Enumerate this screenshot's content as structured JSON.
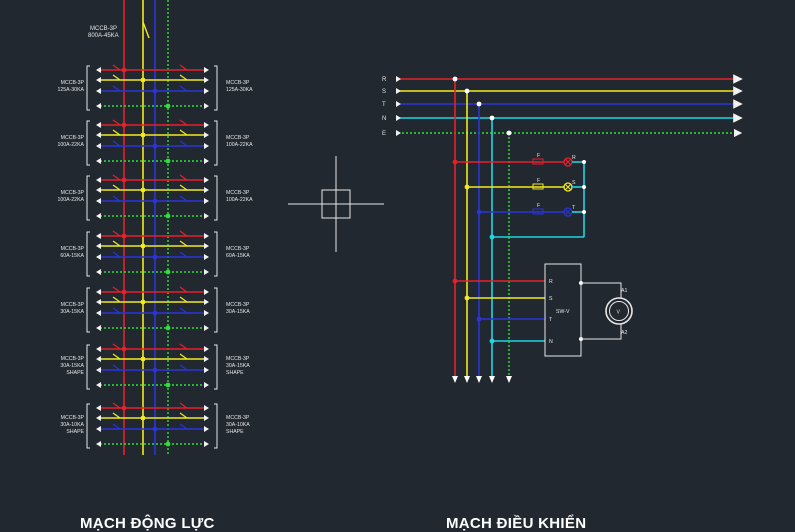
{
  "titles": {
    "power": "MẠCH ĐỘNG LỰC",
    "control": "MẠCH ĐIỀU KHIỂN"
  },
  "main_breaker": {
    "line1": "MCCB-3P",
    "line2": "800A-45KA"
  },
  "feeders": [
    {
      "left": [
        "MCCB-3P",
        "125A-30KA"
      ],
      "right": [
        "MCCB-3P",
        "125A-30KA"
      ]
    },
    {
      "left": [
        "MCCB-3P",
        "100A-22KA"
      ],
      "right": [
        "MCCB-3P",
        "100A-22KA"
      ]
    },
    {
      "left": [
        "MCCB-3P",
        "100A-22KA"
      ],
      "right": [
        "MCCB-3P",
        "100A-22KA"
      ]
    },
    {
      "left": [
        "MCCB-3P",
        "60A-15KA"
      ],
      "right": [
        "MCCB-3P",
        "60A-15KA"
      ]
    },
    {
      "left": [
        "MCCB-3P",
        "30A-15KA"
      ],
      "right": [
        "MCCB-3P",
        "30A-15KA"
      ]
    },
    {
      "left": [
        "MCCB-3P",
        "30A-15KA",
        "SHAPE"
      ],
      "right": [
        "MCCB-3P",
        "30A-15KA",
        "SHAPE"
      ]
    },
    {
      "left": [
        "MCCB-3P",
        "30A-10KA",
        "SHAPE"
      ],
      "right": [
        "MCCB-3P",
        "30A-10KA",
        "SHAPE"
      ]
    }
  ],
  "control": {
    "bus_labels": [
      "R",
      "S",
      "T",
      "N",
      "E"
    ],
    "lamp_labels": [
      "R",
      "S",
      "T"
    ],
    "fuse_labels": [
      "F",
      "F",
      "F"
    ],
    "switch_label": "SW-V",
    "switch_terminals": [
      "R",
      "S",
      "T",
      "N"
    ],
    "meter_symbol": "V",
    "meter_terminals": [
      "A1",
      "A2"
    ]
  },
  "colors": {
    "background": "#212830",
    "R": "#e8202a",
    "S": "#f2ea1f",
    "T": "#2a34d8",
    "N": "#1fd6e6",
    "E": "#2ee036",
    "line": "#e6e6e6"
  }
}
